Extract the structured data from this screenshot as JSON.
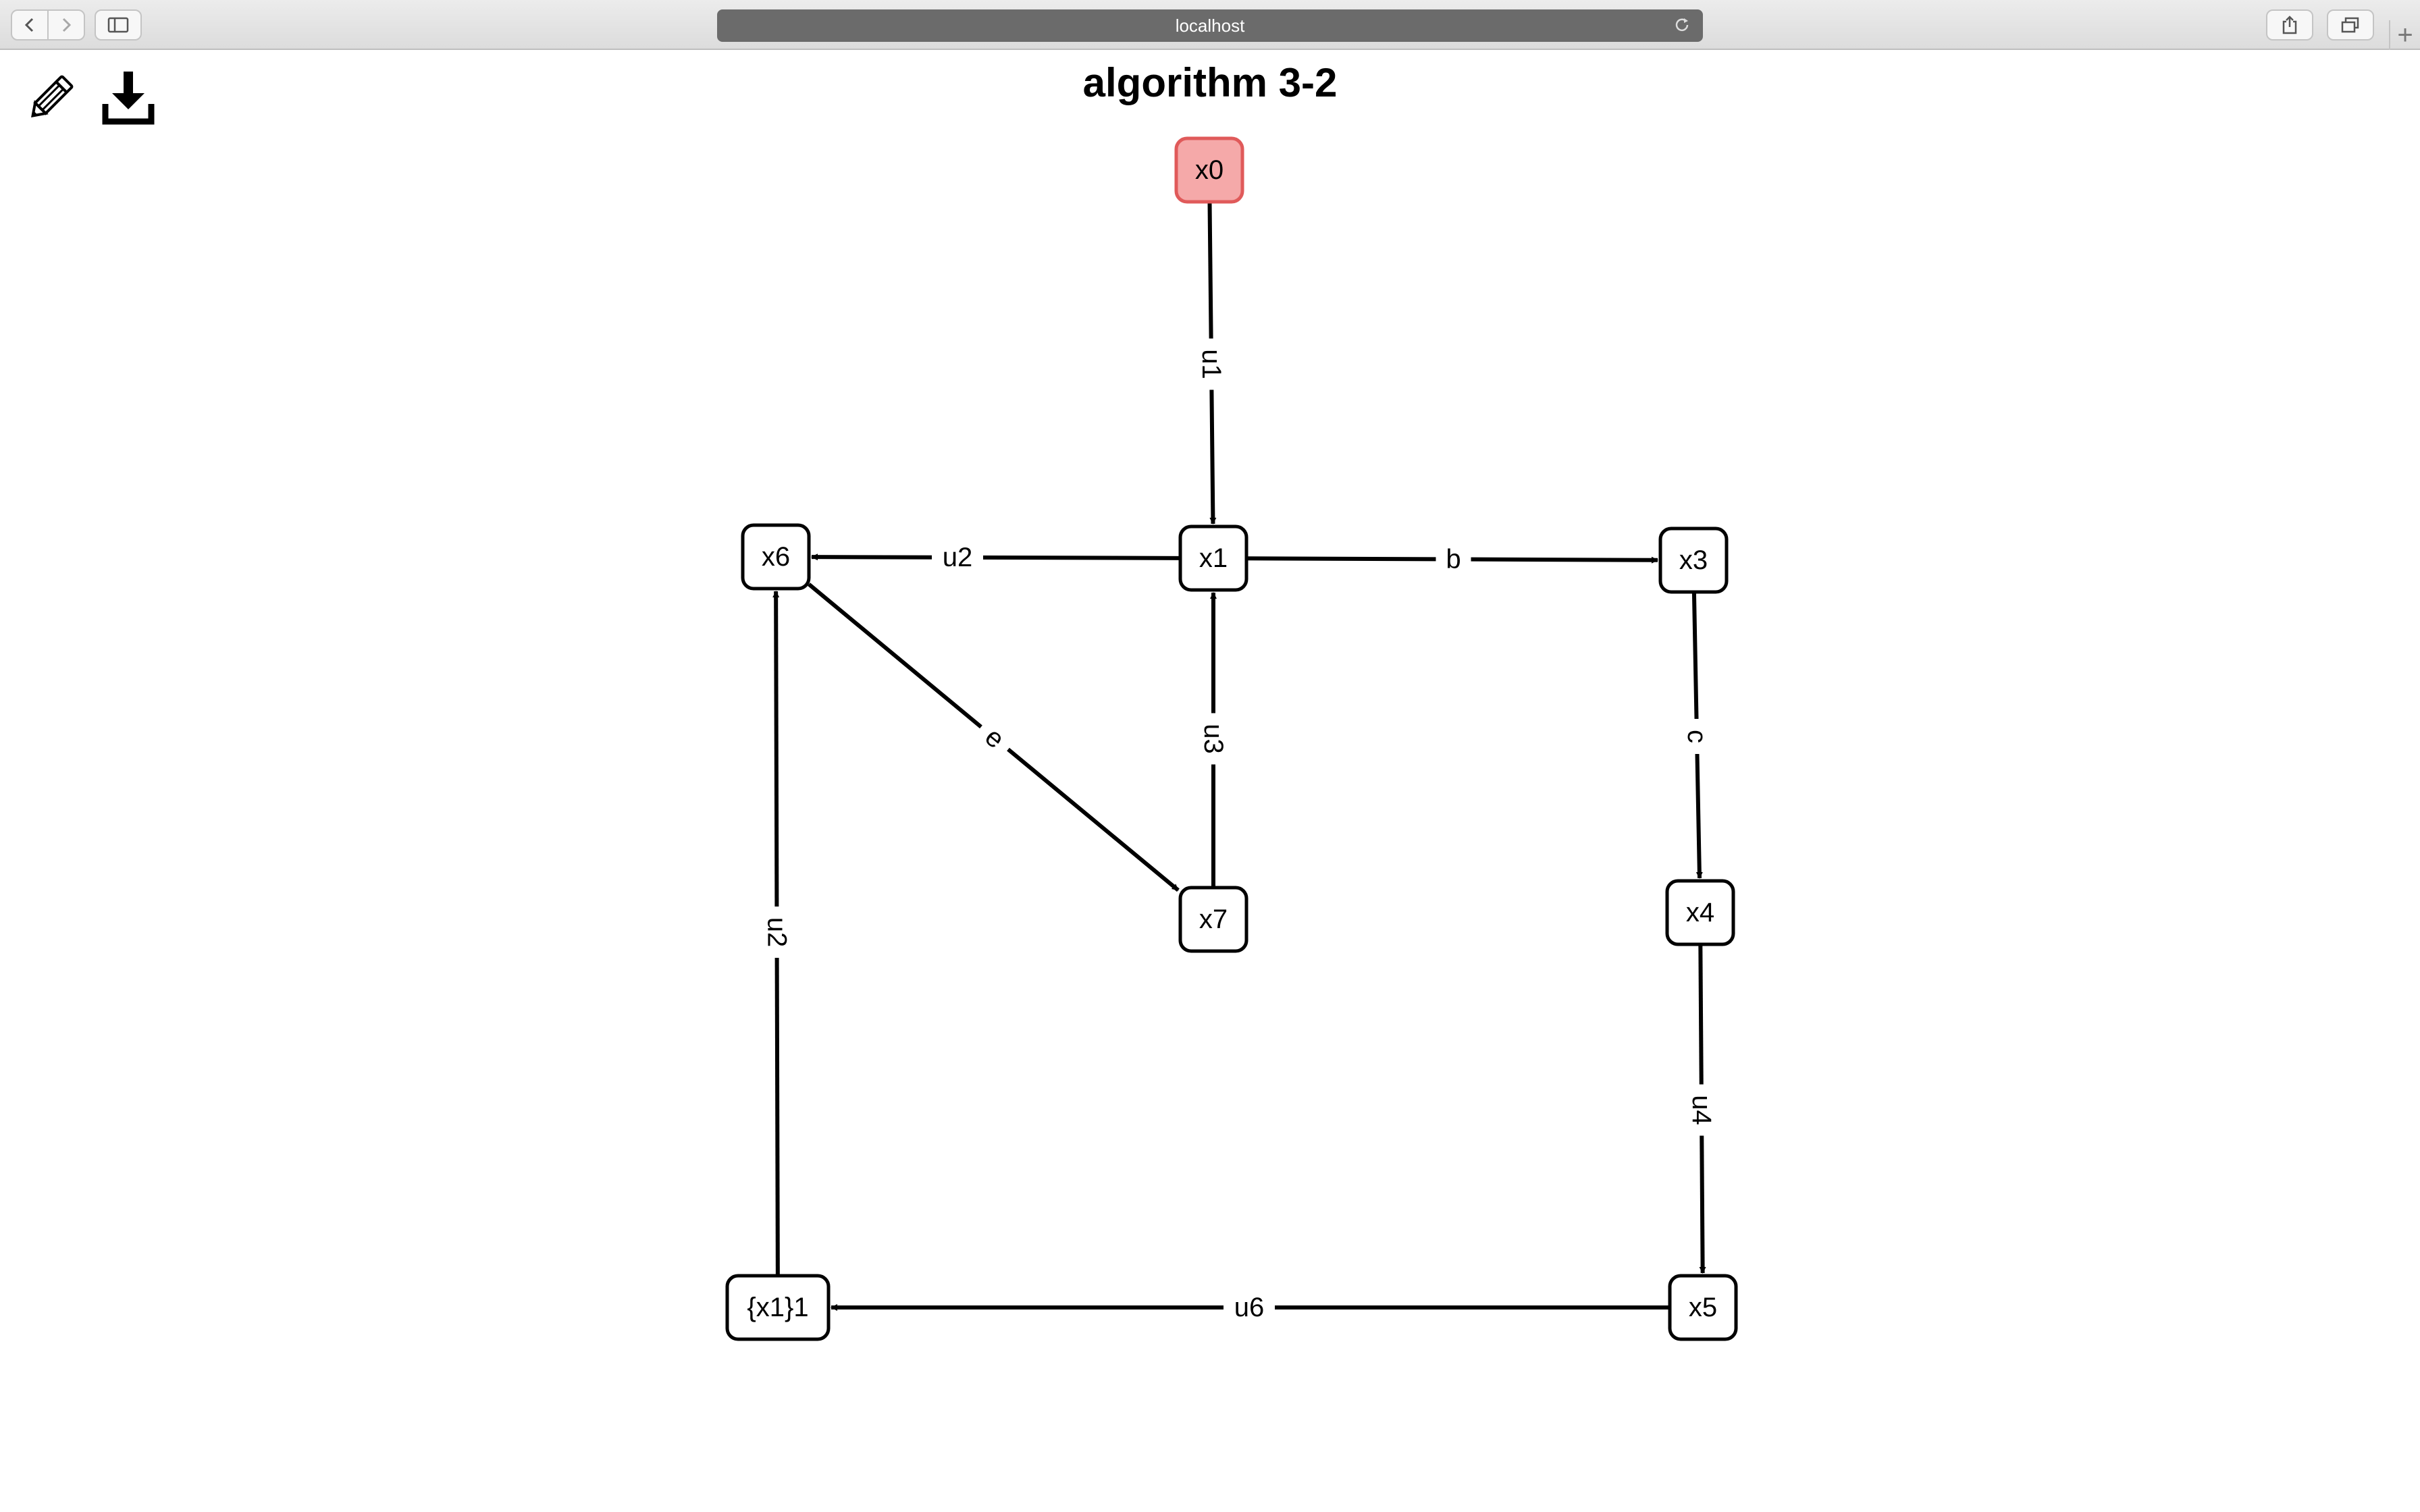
{
  "browser": {
    "address": "localhost"
  },
  "toolbar": {
    "edit_icon": "pencil-icon",
    "download_icon": "download-icon"
  },
  "title": "algorithm 3-2",
  "colors": {
    "start_fill": "#f5a9a9",
    "start_stroke": "#e05a5a",
    "node_fill": "#ffffff",
    "node_stroke": "#000000"
  },
  "graph": {
    "nodes": [
      {
        "id": "x0",
        "label": "x0",
        "start": true
      },
      {
        "id": "x1",
        "label": "x1"
      },
      {
        "id": "x6",
        "label": "x6"
      },
      {
        "id": "x3",
        "label": "x3"
      },
      {
        "id": "x7",
        "label": "x7"
      },
      {
        "id": "x4",
        "label": "x4"
      },
      {
        "id": "x5",
        "label": "x5"
      },
      {
        "id": "x11",
        "label": "{x1}1"
      }
    ],
    "edges": [
      {
        "from": "x0",
        "to": "x1",
        "label": "u1"
      },
      {
        "from": "x1",
        "to": "x6",
        "label": "u2"
      },
      {
        "from": "x1",
        "to": "x3",
        "label": "b"
      },
      {
        "from": "x6",
        "to": "x7",
        "label": "e"
      },
      {
        "from": "x7",
        "to": "x1",
        "label": "u3"
      },
      {
        "from": "x3",
        "to": "x4",
        "label": "c"
      },
      {
        "from": "x4",
        "to": "x5",
        "label": "u4"
      },
      {
        "from": "x5",
        "to": "x11",
        "label": "u6"
      },
      {
        "from": "x11",
        "to": "x6",
        "label": "u2"
      }
    ]
  }
}
